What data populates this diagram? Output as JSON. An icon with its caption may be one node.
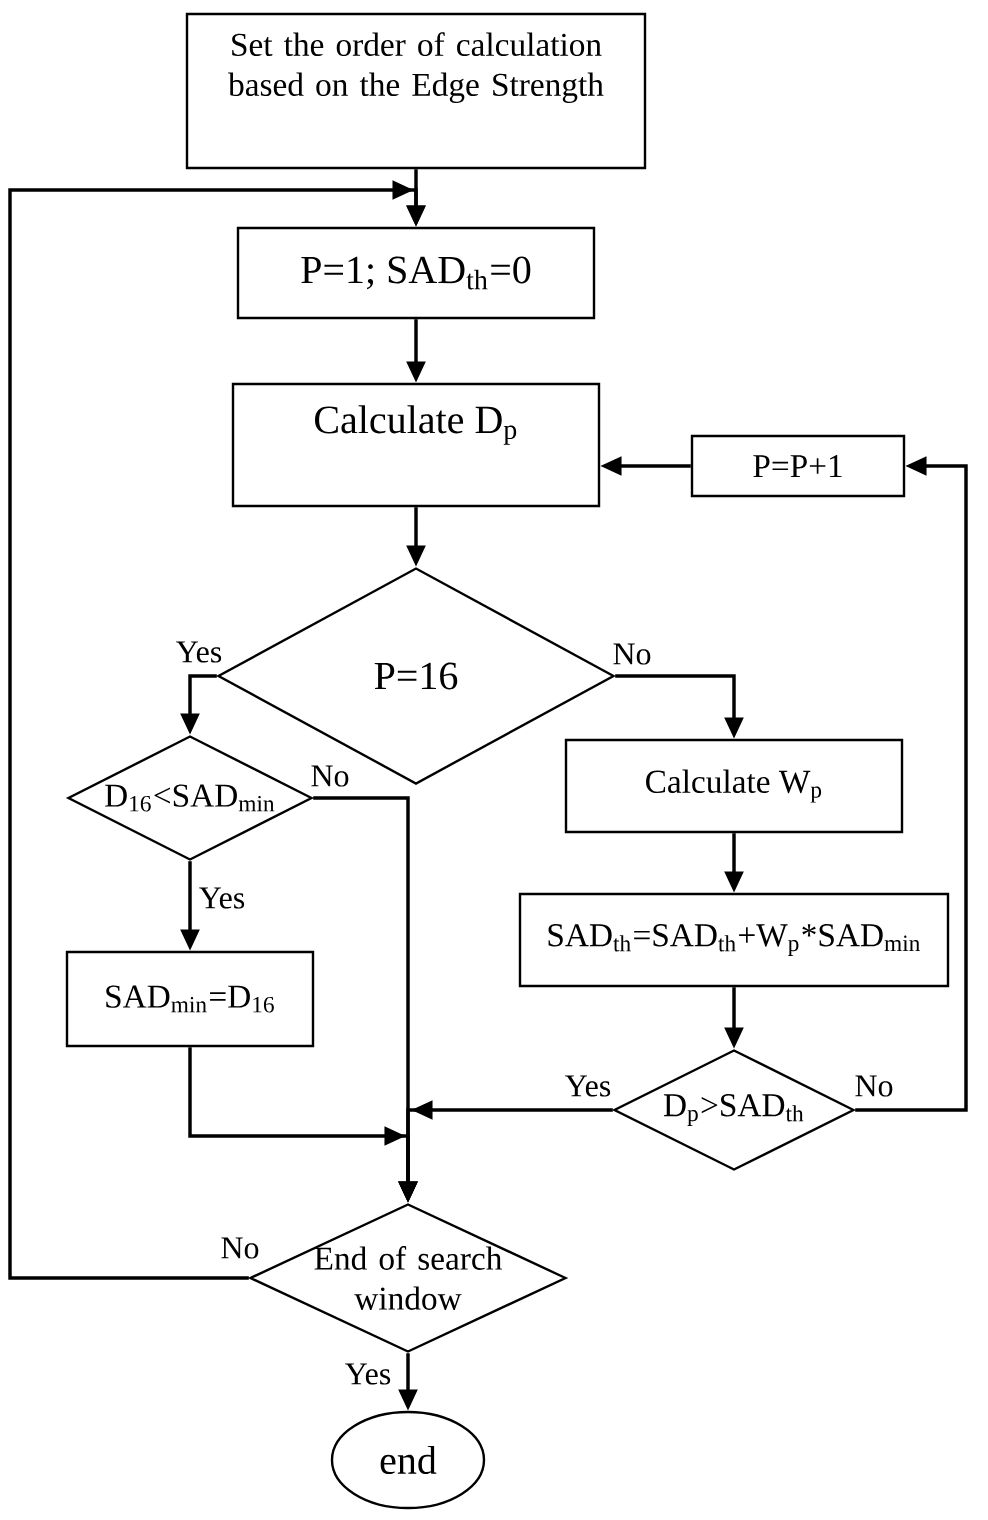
{
  "diagram": {
    "nodes": [
      {
        "text": [
          "Set the order of calculation based on the Edge Strength"
        ]
      },
      {
        "text": [
          "P=1; SAD$_{th}$=0"
        ]
      },
      {
        "text": [
          "Calculate D$_{p}$"
        ]
      },
      {
        "text": [
          "P=P+1"
        ]
      },
      {
        "text": [
          "P=16"
        ]
      },
      {
        "text": [
          "D$_{16}$<SAD$_{min}$"
        ]
      },
      {
        "text": [
          "Calculate W$_{p}$"
        ]
      },
      {
        "text": [
          "SAD$_{th}$=SAD$_{th}$+W$_{p}$*SAD$_{min}$"
        ]
      },
      {
        "text": [
          "SAD$_{min}$=D$_{16}$"
        ]
      },
      {
        "text": [
          "D$_{p}$>SAD$_{th}$"
        ]
      },
      {
        "text": [
          "End of search window"
        ]
      },
      {
        "text": [
          "end"
        ]
      }
    ],
    "edges": [
      {
        "from": 0,
        "to": 1,
        "arrow": "to"
      },
      {
        "from": 1,
        "to": 2,
        "arrow": "to"
      },
      {
        "from": 2,
        "to": 4,
        "arrow": "to"
      },
      {
        "from": 4,
        "to": 5,
        "arrow": "to",
        "label": "Yes"
      },
      {
        "from": 4,
        "to": 6,
        "arrow": "to",
        "label": "No"
      },
      {
        "from": 6,
        "to": 7,
        "arrow": "to"
      },
      {
        "from": 7,
        "to": 9,
        "arrow": "to"
      },
      {
        "from": 9,
        "to": 3,
        "arrow": "to",
        "label": "No"
      },
      {
        "from": 3,
        "to": 2,
        "arrow": "to"
      },
      {
        "from": 5,
        "to": 8,
        "arrow": "to",
        "label": "Yes"
      },
      {
        "from": 5,
        "to": 10,
        "arrow": "to",
        "label": "No"
      },
      {
        "from": 9,
        "to": 10,
        "arrow": "to",
        "label": "Yes"
      },
      {
        "from": 8,
        "to": 10,
        "arrow": "to"
      },
      {
        "from": 10,
        "to": 1,
        "arrow": "to",
        "label": "No"
      },
      {
        "from": 10,
        "to": 11,
        "arrow": "to",
        "label": "Yes"
      }
    ]
  }
}
